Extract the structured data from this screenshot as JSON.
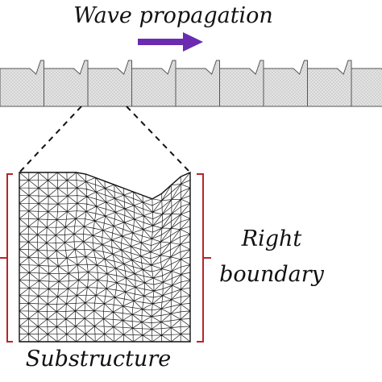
{
  "figure": {
    "heading": "Wave propagation",
    "right_boundary_line1": "Right",
    "right_boundary_line2": "boundary",
    "caption": "Substructure"
  },
  "strip": {
    "cell_count": 9
  },
  "colors": {
    "arrow": "#6a2bb0",
    "bracket": "#b5262c",
    "mesh_fill": "#d9d9d9",
    "mesh_line": "#1a1a1a",
    "outline": "#444444"
  },
  "icons": {
    "direction_arrow": "arrow-right-icon"
  }
}
